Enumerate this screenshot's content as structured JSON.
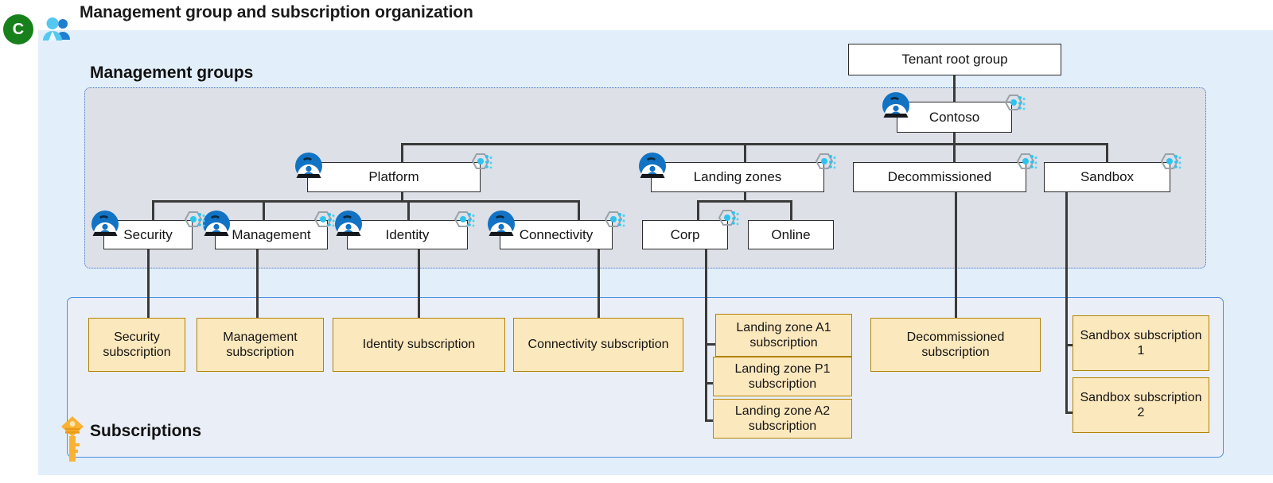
{
  "title": "Management group and subscription organization",
  "badges": {
    "tenant_letter": "C",
    "people_icon": "people-icon"
  },
  "sections": {
    "management_groups_label": "Management groups",
    "subscriptions_label": "Subscriptions",
    "subscriptions_key_icon": "key-icon"
  },
  "colors": {
    "canvas_bg": "#e2effa",
    "mg_panel_bg": "#dde0e7",
    "mg_panel_border": "#3d6fc4",
    "subs_panel_bg": "#eaeef7",
    "subs_panel_border": "#4a8fe0",
    "node_bg": "#ffffff",
    "node_border": "#2b2b2b",
    "subscription_bg": "#fce8bd",
    "subscription_border": "#b08307",
    "connector": "#3a3a3a",
    "badge_green": "#17801b",
    "key_orange": "#f5a623",
    "rbac_blue": "#1f7fd0",
    "policy_cyan": "#2ec3ef",
    "policy_gray": "#9aa2a8"
  },
  "icon_names": {
    "rbac": "rbac-user-icon",
    "policy": "azure-policy-icon"
  },
  "chart_data": {
    "type": "diagram",
    "title": "Management group and subscription organization",
    "root": "Tenant root group",
    "nodes": [
      {
        "id": "tenant-root-group",
        "label": "Tenant root group",
        "level": 0,
        "parent": null,
        "kind": "root",
        "icons": []
      },
      {
        "id": "contoso",
        "label": "Contoso",
        "level": 1,
        "parent": "tenant-root-group",
        "kind": "management-group",
        "icons": [
          "rbac",
          "policy"
        ]
      },
      {
        "id": "platform",
        "label": "Platform",
        "level": 2,
        "parent": "contoso",
        "kind": "management-group",
        "icons": [
          "rbac",
          "policy"
        ]
      },
      {
        "id": "landing-zones",
        "label": "Landing zones",
        "level": 2,
        "parent": "contoso",
        "kind": "management-group",
        "icons": [
          "rbac",
          "policy"
        ]
      },
      {
        "id": "decommissioned",
        "label": "Decommissioned",
        "level": 2,
        "parent": "contoso",
        "kind": "management-group",
        "icons": [
          "policy"
        ]
      },
      {
        "id": "sandbox",
        "label": "Sandbox",
        "level": 2,
        "parent": "contoso",
        "kind": "management-group",
        "icons": [
          "policy"
        ]
      },
      {
        "id": "security",
        "label": "Security",
        "level": 3,
        "parent": "platform",
        "kind": "management-group",
        "icons": [
          "rbac",
          "policy"
        ]
      },
      {
        "id": "management",
        "label": "Management",
        "level": 3,
        "parent": "platform",
        "kind": "management-group",
        "icons": [
          "rbac",
          "policy"
        ]
      },
      {
        "id": "identity",
        "label": "Identity",
        "level": 3,
        "parent": "platform",
        "kind": "management-group",
        "icons": [
          "rbac",
          "policy"
        ]
      },
      {
        "id": "connectivity",
        "label": "Connectivity",
        "level": 3,
        "parent": "platform",
        "kind": "management-group",
        "icons": [
          "rbac",
          "policy"
        ]
      },
      {
        "id": "corp",
        "label": "Corp",
        "level": 3,
        "parent": "landing-zones",
        "kind": "management-group",
        "icons": [
          "policy"
        ]
      },
      {
        "id": "online",
        "label": "Online",
        "level": 3,
        "parent": "landing-zones",
        "kind": "management-group",
        "icons": []
      },
      {
        "id": "security-subscription",
        "label": "Security subscription",
        "level": 4,
        "parent": "security",
        "kind": "subscription",
        "icons": []
      },
      {
        "id": "management-subscription",
        "label": "Management subscription",
        "level": 4,
        "parent": "management",
        "kind": "subscription",
        "icons": []
      },
      {
        "id": "identity-subscription",
        "label": "Identity subscription",
        "level": 4,
        "parent": "identity",
        "kind": "subscription",
        "icons": []
      },
      {
        "id": "connectivity-subscription",
        "label": "Connectivity subscription",
        "level": 4,
        "parent": "connectivity",
        "kind": "subscription",
        "icons": []
      },
      {
        "id": "landing-zone-a1-subscription",
        "label": "Landing zone A1 subscription",
        "level": 4,
        "parent": "corp",
        "kind": "subscription",
        "icons": []
      },
      {
        "id": "landing-zone-p1-subscription",
        "label": "Landing zone P1 subscription",
        "level": 4,
        "parent": "corp",
        "kind": "subscription",
        "icons": []
      },
      {
        "id": "landing-zone-a2-subscription",
        "label": "Landing zone A2 subscription",
        "level": 4,
        "parent": "corp",
        "kind": "subscription",
        "icons": []
      },
      {
        "id": "decommissioned-subscription",
        "label": "Decommissioned subscription",
        "level": 4,
        "parent": "decommissioned",
        "kind": "subscription",
        "icons": []
      },
      {
        "id": "sandbox-subscription-1",
        "label": "Sandbox subscription 1",
        "level": 4,
        "parent": "sandbox",
        "kind": "subscription",
        "icons": []
      },
      {
        "id": "sandbox-subscription-2",
        "label": "Sandbox subscription 2",
        "level": 4,
        "parent": "sandbox",
        "kind": "subscription",
        "icons": []
      }
    ]
  },
  "nodes": {
    "tenant_root_group": "Tenant root group",
    "contoso": "Contoso",
    "platform": "Platform",
    "landing_zones": "Landing zones",
    "decommissioned": "Decommissioned",
    "sandbox": "Sandbox",
    "security": "Security",
    "management": "Management",
    "identity": "Identity",
    "connectivity": "Connectivity",
    "corp": "Corp",
    "online": "Online"
  },
  "subscriptions": {
    "security": "Security subscription",
    "management": "Management subscription",
    "identity": "Identity subscription",
    "connectivity": "Connectivity subscription",
    "lz_a1": "Landing zone A1 subscription",
    "lz_p1": "Landing zone P1 subscription",
    "lz_a2": "Landing zone A2 subscription",
    "decommissioned": "Decommissioned subscription",
    "sandbox1": "Sandbox subscription 1",
    "sandbox2": "Sandbox subscription 2"
  }
}
